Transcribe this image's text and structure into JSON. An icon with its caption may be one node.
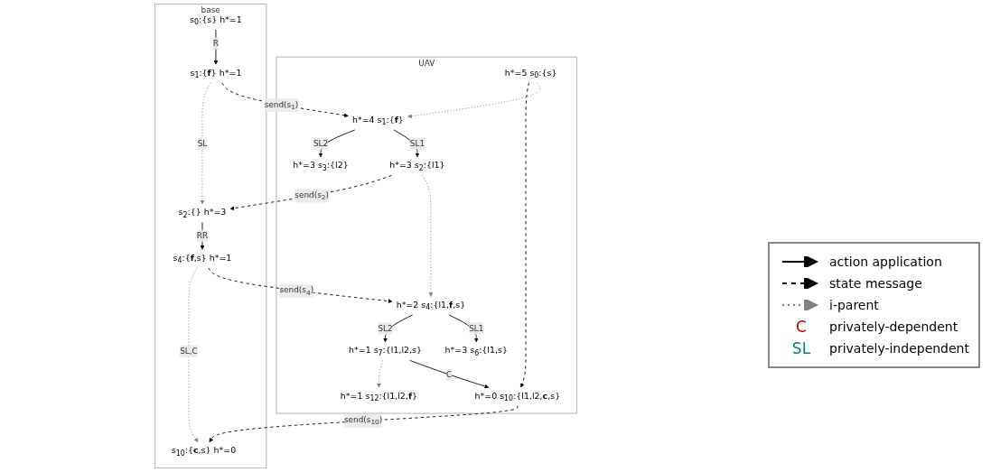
{
  "diagram": {
    "nodes": [
      {
        "text": [
          "UAV"
        ]
      },
      {
        "text": [
          "base"
        ]
      },
      {
        "text": [
          "s$_{0}$:{s}"
        ],
        "beside": [
          "h*=5"
        ],
        "in": 0
      },
      {
        "text": [
          "s$_{1}$:{**f**}"
        ],
        "beside": [
          "h*=4"
        ],
        "in": 0
      },
      {
        "text": [
          "s$_{3}$:{l2}"
        ],
        "beside": [
          "h*=3"
        ],
        "in": 0
      },
      {
        "text": [
          "s$_{2}$:{l1}"
        ],
        "beside": [
          "h*=3"
        ],
        "in": 0
      },
      {
        "text": [
          "s$_{4}$:{l1,**f**,s}"
        ],
        "beside": [
          "h*=2"
        ],
        "in": 0
      },
      {
        "text": [
          "s$_{7}$:{l1,l2,s}"
        ],
        "beside": [
          "h*=1"
        ],
        "in": 0
      },
      {
        "text": [
          "s$_{6}$:{l1,s}"
        ],
        "beside": [
          "h*=3"
        ],
        "in": 0
      },
      {
        "text": [
          "s$_{10}$:{l1,l2,**c**,s}"
        ],
        "beside": [
          "h*=0"
        ],
        "in": 0
      },
      {
        "text": [
          "s$_{12}$:{l1,l2,**f**}"
        ],
        "beside": [
          "h*=1"
        ],
        "in": 0
      },
      {
        "text": [
          "s$_{0}$:{s}"
        ],
        "beside": [
          "h*=1"
        ],
        "in": 1
      },
      {
        "text": [
          "s$_{1}$:{**f**}"
        ],
        "beside": [
          "h*=1"
        ],
        "in": 1
      },
      {
        "text": [
          "s$_{2}$:{}"
        ],
        "beside": [
          "h*=3"
        ],
        "in": 1
      },
      {
        "text": [
          "s$_{4}$:{**f**,s}"
        ],
        "beside": [
          "h*=1"
        ],
        "in": 1
      },
      {
        "text": [
          "s$_{10}$:{**c**,s}"
        ],
        "beside": [
          "h*=0"
        ],
        "in": 1
      }
    ],
    "edges": [
      {
        "from": 2,
        "to": 3,
        "arrow": "to",
        "style": "dashed",
        "color": "#808080"
      },
      {
        "from": 12,
        "to": 3,
        "arrow": "to",
        "style": "dashed",
        "label": "send(s$_{1}$)"
      },
      {
        "from": 3,
        "to": 5,
        "arrow": "to",
        "label": "SL1"
      },
      {
        "from": 3,
        "to": 4,
        "arrow": "to",
        "label": "SL2"
      },
      {
        "from": 2,
        "to": 9,
        "arrow": "to",
        "style": "dashed"
      },
      {
        "from": 5,
        "to": 6,
        "arrow": "to",
        "style": "dashed",
        "color": "#808080"
      },
      {
        "from": 5,
        "to": 13,
        "arrow": "to",
        "style": "dashed",
        "label": "send(s$_{2}$)"
      },
      {
        "from": 14,
        "to": 6,
        "arrow": "to",
        "style": "dashed",
        "label": "send(s$_{4}$)"
      },
      {
        "from": 6,
        "to": 8,
        "arrow": "to",
        "label": "SL1"
      },
      {
        "from": 6,
        "to": 7,
        "arrow": "to",
        "label": "SL2"
      },
      {
        "from": 7,
        "to": 9,
        "arrow": "to",
        "label": "C"
      },
      {
        "from": 7,
        "to": 10,
        "arrow": "to",
        "style": "dashed",
        "color": "#808080"
      },
      {
        "from": 9,
        "to": 15,
        "arrow": "to",
        "style": "dashed",
        "label": "send(s$_{10}$)"
      },
      {
        "from": 11,
        "to": 12,
        "arrow": "to",
        "label": "R"
      },
      {
        "from": 12,
        "to": 13,
        "arrow": "to",
        "style": "dashed",
        "color": "#808080",
        "label": "SL"
      },
      {
        "from": 13,
        "to": 14,
        "arrow": "to",
        "label": "RR"
      },
      {
        "from": 14,
        "to": 15,
        "arrow": "to",
        "style": "dashed",
        "color": "#808080",
        "label": "SL,C"
      }
    ],
    "labels": [
      "C",
      "SL"
    ],
    "legend": [
      {
        "text": "action application"
      },
      {
        "text": "state message"
      },
      {
        "text": "i-parent"
      },
      {
        "text": "privately-dependent",
        "color": "#b00000"
      },
      {
        "text": "privately-independent",
        "color": "#008080"
      }
    ]
  }
}
